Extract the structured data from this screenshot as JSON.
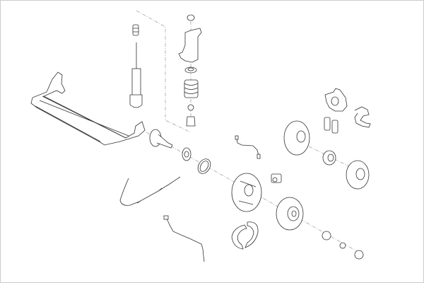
{
  "diagram": {
    "type": "exploded-parts-view",
    "colors": {
      "line": "#333333",
      "frame": "#cccccc",
      "background": "#ffffff"
    },
    "parts": [
      "rear-axle-beam",
      "shock-absorber",
      "bump-stop",
      "strut-mount",
      "coil-spring",
      "spring-seat",
      "stub-axle",
      "wheel-bearing",
      "abs-ring",
      "handbrake-cable",
      "abs-sensor",
      "brake-hose",
      "backing-plate",
      "wheel-cylinder",
      "brake-drum",
      "brake-shoes",
      "disc-splash-shield",
      "wheel-hub",
      "brake-disc",
      "brake-caliper",
      "caliper-carrier",
      "brake-pads",
      "hub-cap",
      "axle-nut",
      "grease-cap"
    ]
  }
}
